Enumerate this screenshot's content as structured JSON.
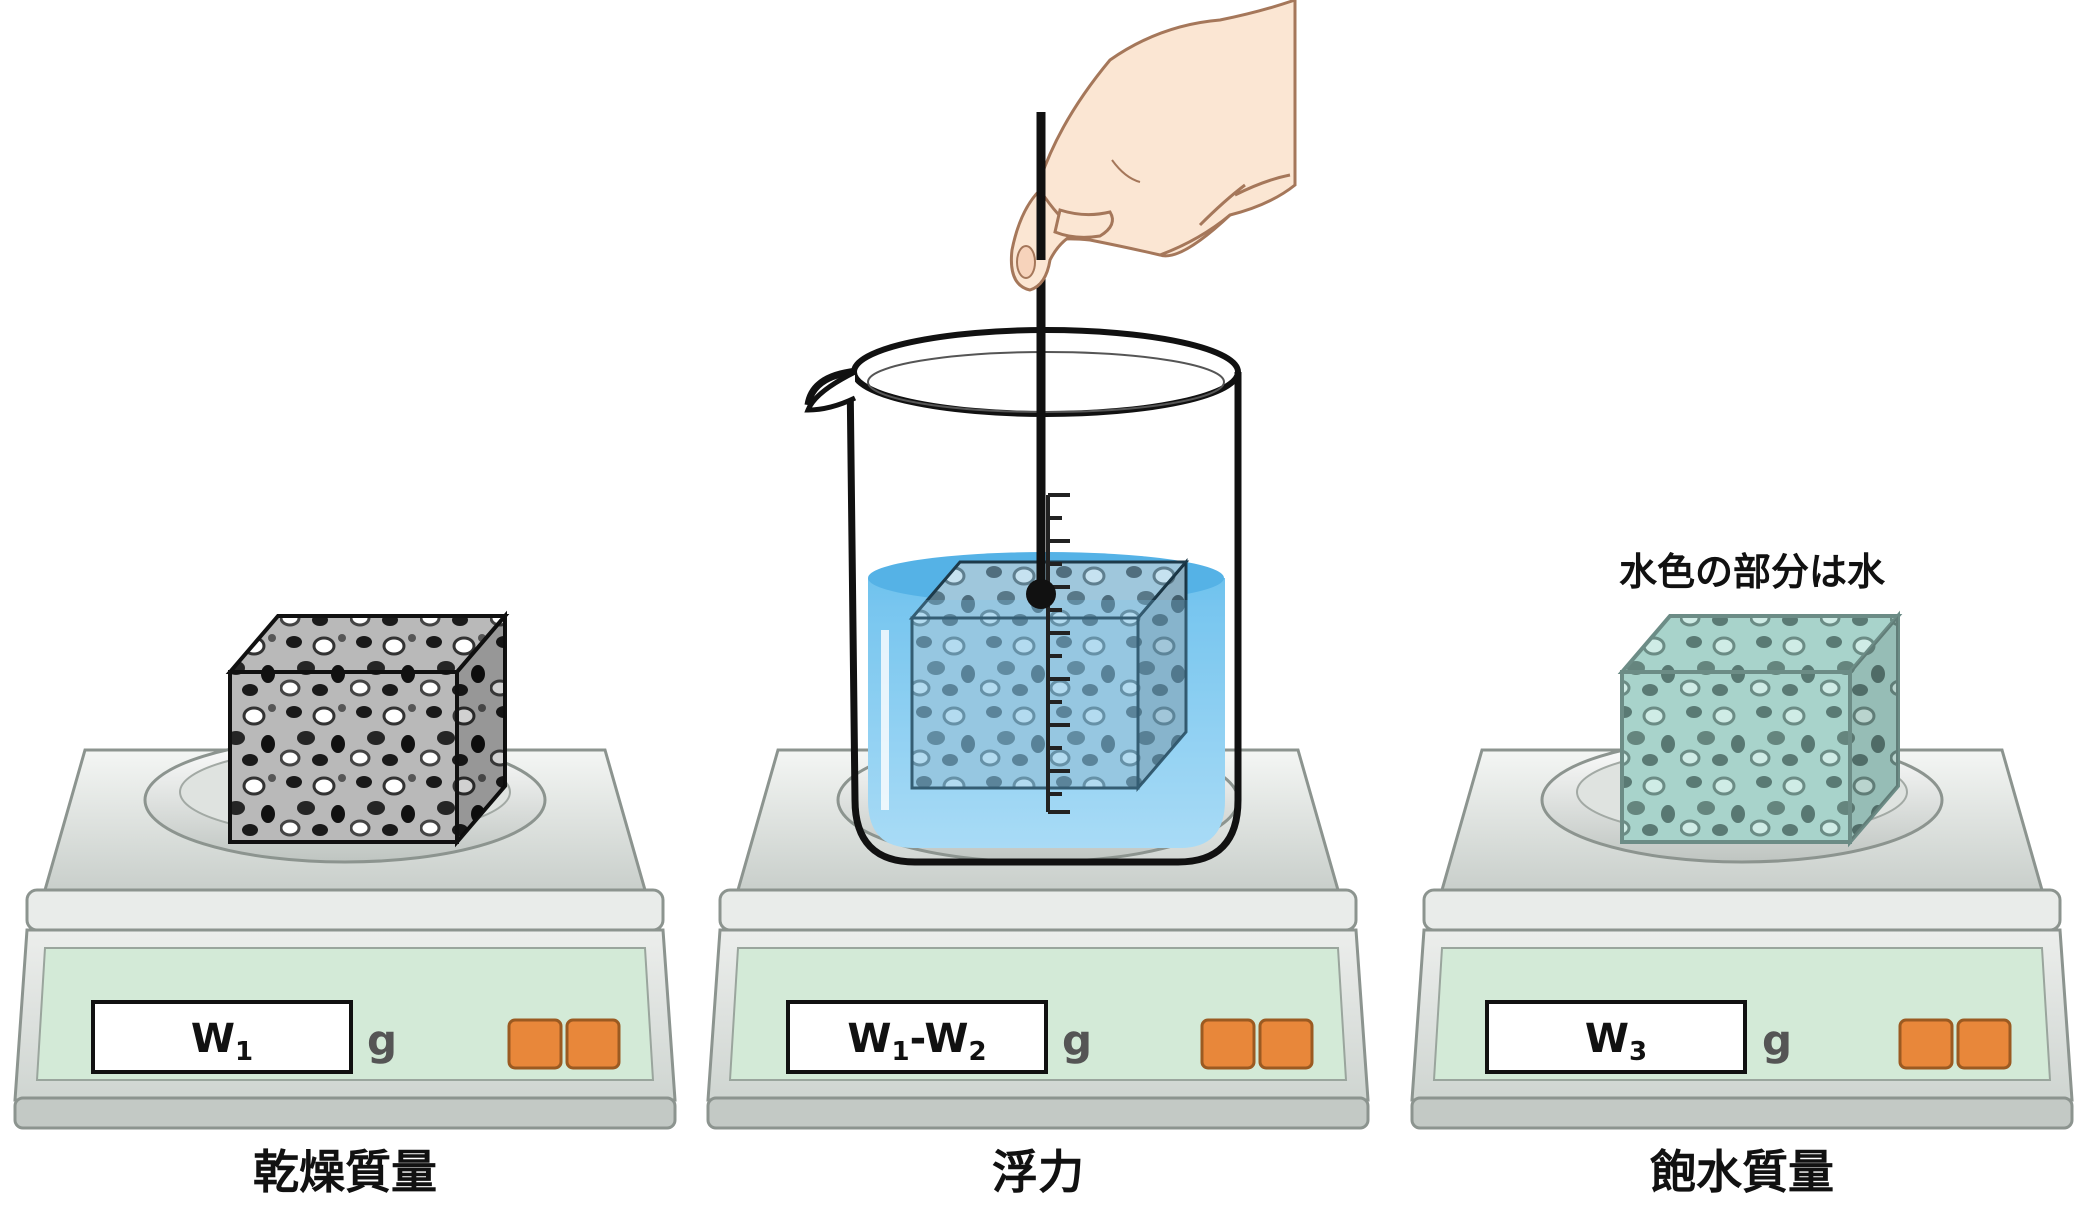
{
  "stations": [
    {
      "id": "dry",
      "display": {
        "main": "W",
        "sub": "1"
      },
      "unit": "g",
      "caption": "乾燥質量",
      "sample_state": "dry"
    },
    {
      "id": "buoyancy",
      "display": {
        "part1_main": "W",
        "part1_sub": "1",
        "separator": "-",
        "part2_main": "W",
        "part2_sub": "2"
      },
      "unit": "g",
      "caption": "浮力",
      "sample_state": "submerged"
    },
    {
      "id": "saturated",
      "display": {
        "main": "W",
        "sub": "3"
      },
      "unit": "g",
      "caption": "飽水質量",
      "sample_state": "saturated",
      "note": "水色の部分は水"
    }
  ],
  "colors": {
    "button": "#e8873a",
    "water": "#7cc6ef",
    "saturated_sample": "#a9d8cf",
    "scale_body": "#e2e7e3",
    "scale_panel": "#d3ead7"
  }
}
